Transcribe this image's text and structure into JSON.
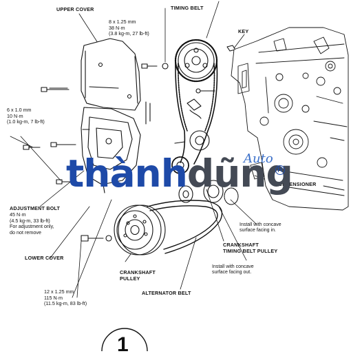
{
  "labels": {
    "upper_cover": "UPPER COVER",
    "timing_belt": "TIMING BELT",
    "key": "KEY",
    "adjustment_bolt": "ADJUSTMENT BOLT",
    "lower_cover": "LOWER COVER",
    "crankshaft_pulley": [
      "CRANKSHAFT",
      "PULLEY"
    ],
    "crankshaft_timing_belt_pulley": [
      "CRANKSHAFT",
      "TIMING BELT PULLEY"
    ],
    "alternator_belt": "ALTERNATOR BELT",
    "belt_tensioner_partial": "ELT TENSIONER"
  },
  "specs": {
    "cam_bolt": [
      "8 x 1.25 mm",
      "38 N·m",
      "(3.8 kg-m, 27 lb-ft)"
    ],
    "cover_bolt": [
      "6 x 1.0 mm",
      "10 N·m",
      "(1.0 kg-m, 7 lb-ft)"
    ],
    "adjustment_bolt": [
      "45 N·m",
      "(4.5 kg-m, 33 lb-ft)",
      "For adjustment only,",
      "do not remove"
    ],
    "crank_bolt": [
      "12 x 1.25 mm",
      "115 N·m",
      "(11.5 kg-m, 83 lb-ft)"
    ]
  },
  "notes": {
    "concave_in": [
      "Install with concave",
      "surface facing in."
    ],
    "concave_out": [
      "Install with concave",
      "surface facing out."
    ]
  },
  "step_number": "1",
  "watermark": {
    "part_a": "thành",
    "part_b": "dũng",
    "sub": "Auto",
    "reg": "R"
  }
}
